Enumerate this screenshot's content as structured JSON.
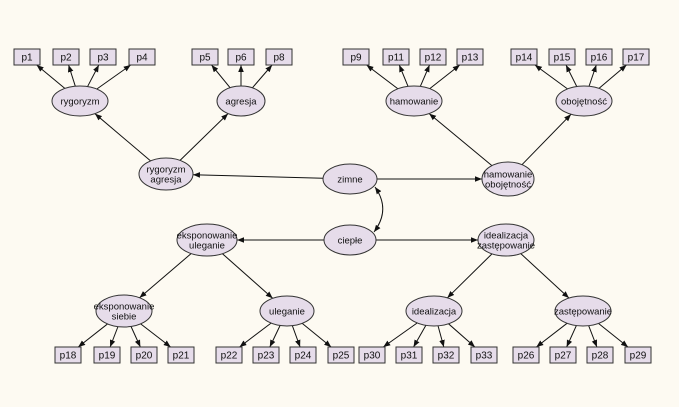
{
  "diagram": {
    "observed": [
      "p1",
      "p2",
      "p3",
      "p4",
      "p5",
      "p6",
      "p8",
      "p9",
      "p11",
      "p12",
      "p13",
      "p14",
      "p15",
      "p16",
      "p17",
      "p18",
      "p19",
      "p20",
      "p21",
      "p22",
      "p23",
      "p24",
      "p25",
      "p30",
      "p31",
      "p32",
      "p33",
      "p26",
      "p27",
      "p28",
      "p29"
    ],
    "latent": {
      "rygoryzm": [
        "rygoryzm"
      ],
      "agresja": [
        "agresja"
      ],
      "hamowanie": [
        "hamowanie"
      ],
      "obojetnosc": [
        "obojętność"
      ],
      "rygoryzm_agresja": [
        "rygoryzm",
        "agresja"
      ],
      "zimne": [
        "zimne"
      ],
      "hamowanie_obojetnosc": [
        "hamowanie",
        "obojętność"
      ],
      "eksponowanie_uleganie": [
        "eksponowanie",
        "uleganie"
      ],
      "cieple": [
        "ciepłe"
      ],
      "idealizacja_zastepowanie": [
        "idealizacja",
        "zastępowanie"
      ],
      "eksponowanie_siebie": [
        "eksponowanie",
        "siebie"
      ],
      "uleganie": [
        "uleganie"
      ],
      "idealizacja": [
        "idealizacja"
      ],
      "zastepowanie": [
        "zastępowanie"
      ]
    },
    "paths": [
      [
        "rygoryzm",
        "p1"
      ],
      [
        "rygoryzm",
        "p2"
      ],
      [
        "rygoryzm",
        "p3"
      ],
      [
        "rygoryzm",
        "p4"
      ],
      [
        "agresja",
        "p5"
      ],
      [
        "agresja",
        "p6"
      ],
      [
        "agresja",
        "p8"
      ],
      [
        "hamowanie",
        "p9"
      ],
      [
        "hamowanie",
        "p11"
      ],
      [
        "hamowanie",
        "p12"
      ],
      [
        "hamowanie",
        "p13"
      ],
      [
        "obojetnosc",
        "p14"
      ],
      [
        "obojetnosc",
        "p15"
      ],
      [
        "obojetnosc",
        "p16"
      ],
      [
        "obojetnosc",
        "p17"
      ],
      [
        "rygoryzm_agresja",
        "rygoryzm"
      ],
      [
        "rygoryzm_agresja",
        "agresja"
      ],
      [
        "hamowanie_obojetnosc",
        "hamowanie"
      ],
      [
        "hamowanie_obojetnosc",
        "obojetnosc"
      ],
      [
        "zimne",
        "rygoryzm_agresja"
      ],
      [
        "zimne",
        "hamowanie_obojetnosc"
      ],
      [
        "cieple",
        "eksponowanie_uleganie"
      ],
      [
        "cieple",
        "idealizacja_zastepowanie"
      ],
      [
        "eksponowanie_uleganie",
        "eksponowanie_siebie"
      ],
      [
        "eksponowanie_uleganie",
        "uleganie"
      ],
      [
        "idealizacja_zastepowanie",
        "idealizacja"
      ],
      [
        "idealizacja_zastepowanie",
        "zastepowanie"
      ],
      [
        "eksponowanie_siebie",
        "p18"
      ],
      [
        "eksponowanie_siebie",
        "p19"
      ],
      [
        "eksponowanie_siebie",
        "p20"
      ],
      [
        "eksponowanie_siebie",
        "p21"
      ],
      [
        "uleganie",
        "p22"
      ],
      [
        "uleganie",
        "p23"
      ],
      [
        "uleganie",
        "p24"
      ],
      [
        "uleganie",
        "p25"
      ],
      [
        "idealizacja",
        "p30"
      ],
      [
        "idealizacja",
        "p31"
      ],
      [
        "idealizacja",
        "p32"
      ],
      [
        "idealizacja",
        "p33"
      ],
      [
        "zastepowanie",
        "p26"
      ],
      [
        "zastepowanie",
        "p27"
      ],
      [
        "zastepowanie",
        "p28"
      ],
      [
        "zastepowanie",
        "p29"
      ]
    ],
    "covariances": [
      [
        "zimne",
        "cieple"
      ]
    ],
    "colors": {
      "node_fill": "#e6dcea",
      "stroke": "#333333",
      "background": "#fdfaf2"
    }
  }
}
